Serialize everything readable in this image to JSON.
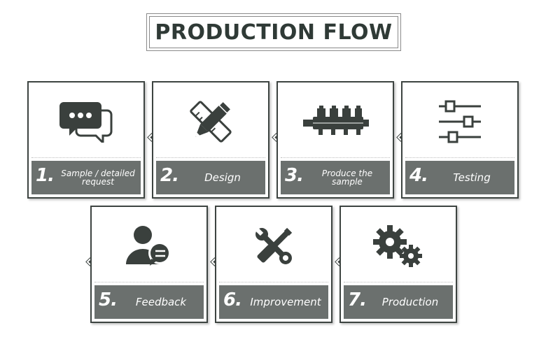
{
  "title": "PRODUCTION FLOW",
  "colors": {
    "dark": "#3d4441",
    "band": "#6b706e",
    "icon": "#3a403d"
  },
  "steps": [
    {
      "num": "1.",
      "label": "Sample / detailed request",
      "icon": "chat-bubbles-icon"
    },
    {
      "num": "2.",
      "label": "Design",
      "icon": "pencil-ruler-icon"
    },
    {
      "num": "3.",
      "label": "Produce the sample",
      "icon": "machine-part-icon"
    },
    {
      "num": "4.",
      "label": "Testing",
      "icon": "sliders-icon"
    },
    {
      "num": "5.",
      "label": "Feedback",
      "icon": "person-chat-icon"
    },
    {
      "num": "6.",
      "label": "Improvement",
      "icon": "wrench-screwdriver-icon"
    },
    {
      "num": "7.",
      "label": "Production",
      "icon": "gears-icon"
    }
  ]
}
